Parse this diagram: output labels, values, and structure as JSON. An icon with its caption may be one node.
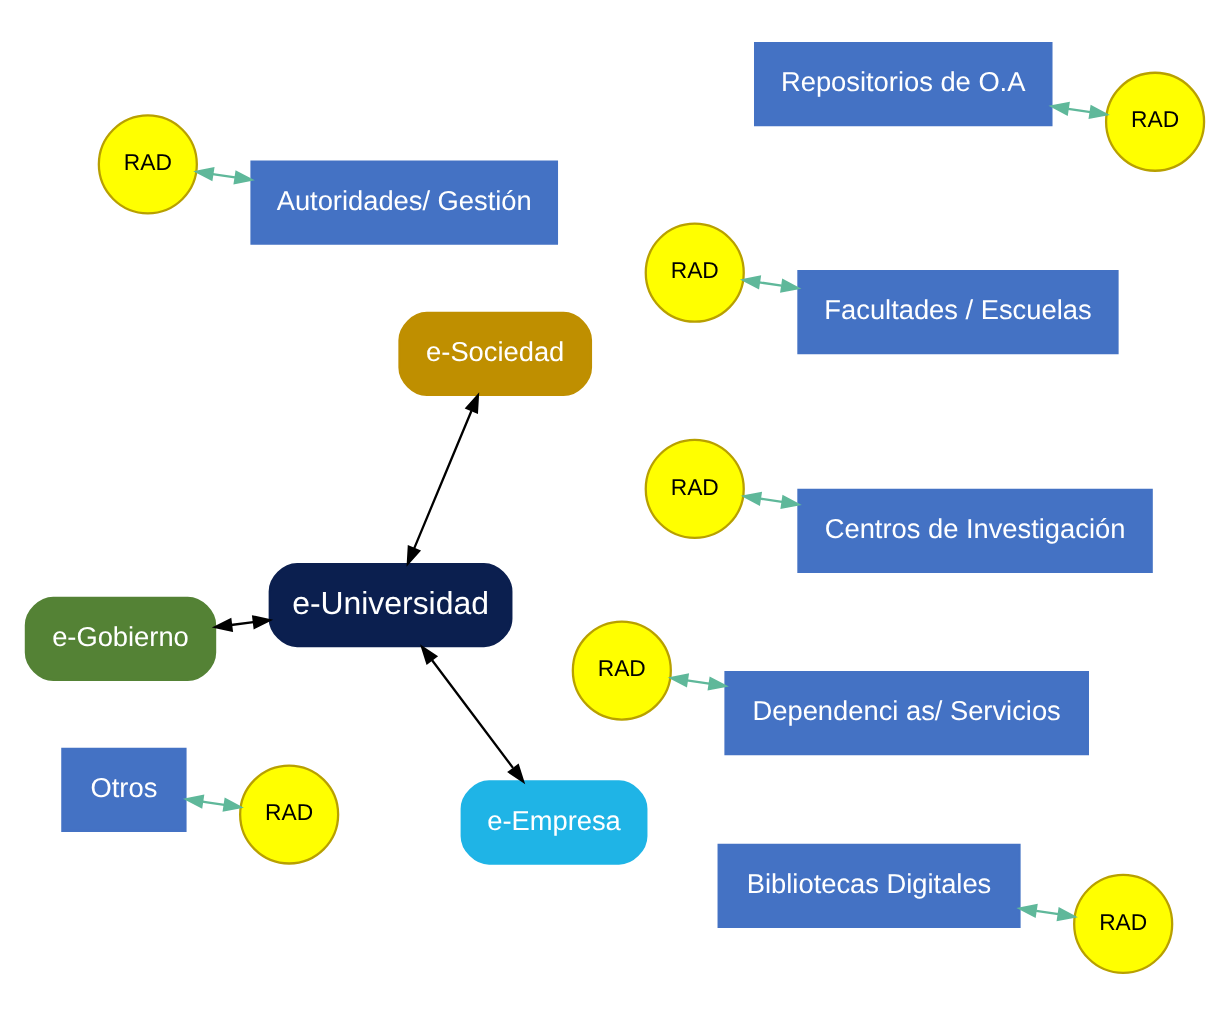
{
  "diagram": {
    "nodes": [
      {
        "text": [
          "e-Gobierno"
        ]
      },
      {
        "text": [
          "RAD"
        ]
      },
      {
        "text": [
          "RAD"
        ]
      },
      {
        "text": [
          "Facultades / Escuelas"
        ]
      },
      {
        "text": [
          "Autoridades/ Gestión"
        ]
      },
      {
        "text": [
          "RAD"
        ]
      },
      {
        "text": [
          "RAD"
        ]
      },
      {
        "text": [
          "Centros de Investigación"
        ]
      },
      {
        "text": [
          "e-Universidad"
        ]
      },
      {
        "text": [
          "Dependenci as/ Servicios"
        ]
      },
      {
        "text": [
          "e-Empresa"
        ]
      },
      {
        "text": [
          "Bibliotecas Digitales"
        ]
      },
      {
        "text": [
          "Otros"
        ]
      },
      {
        "text": [
          "Repositorios de O.A"
        ]
      },
      {
        "text": [
          "e-Sociedad"
        ]
      },
      {
        "text": [
          "RAD"
        ]
      },
      {
        "text": [
          "RAD"
        ]
      },
      {
        "text": [
          "RAD"
        ]
      }
    ],
    "edges": [
      {
        "from": 8,
        "to": 0,
        "arrow": "both",
        "color": "#000000"
      },
      {
        "from": 8,
        "to": 10,
        "arrow": "both",
        "color": "#000000"
      },
      {
        "from": 8,
        "to": 14,
        "arrow": "both",
        "color": "#000000"
      },
      {
        "from": 3,
        "to": 1,
        "arrow": "both"
      },
      {
        "from": 4,
        "to": 2,
        "arrow": "both"
      },
      {
        "from": 7,
        "to": 5,
        "arrow": "both"
      },
      {
        "from": 9,
        "to": 6,
        "arrow": "both"
      },
      {
        "from": 11,
        "to": 15,
        "arrow": "both"
      },
      {
        "from": 12,
        "to": 16,
        "arrow": "both"
      },
      {
        "from": 13,
        "to": 17,
        "arrow": "both"
      }
    ]
  }
}
